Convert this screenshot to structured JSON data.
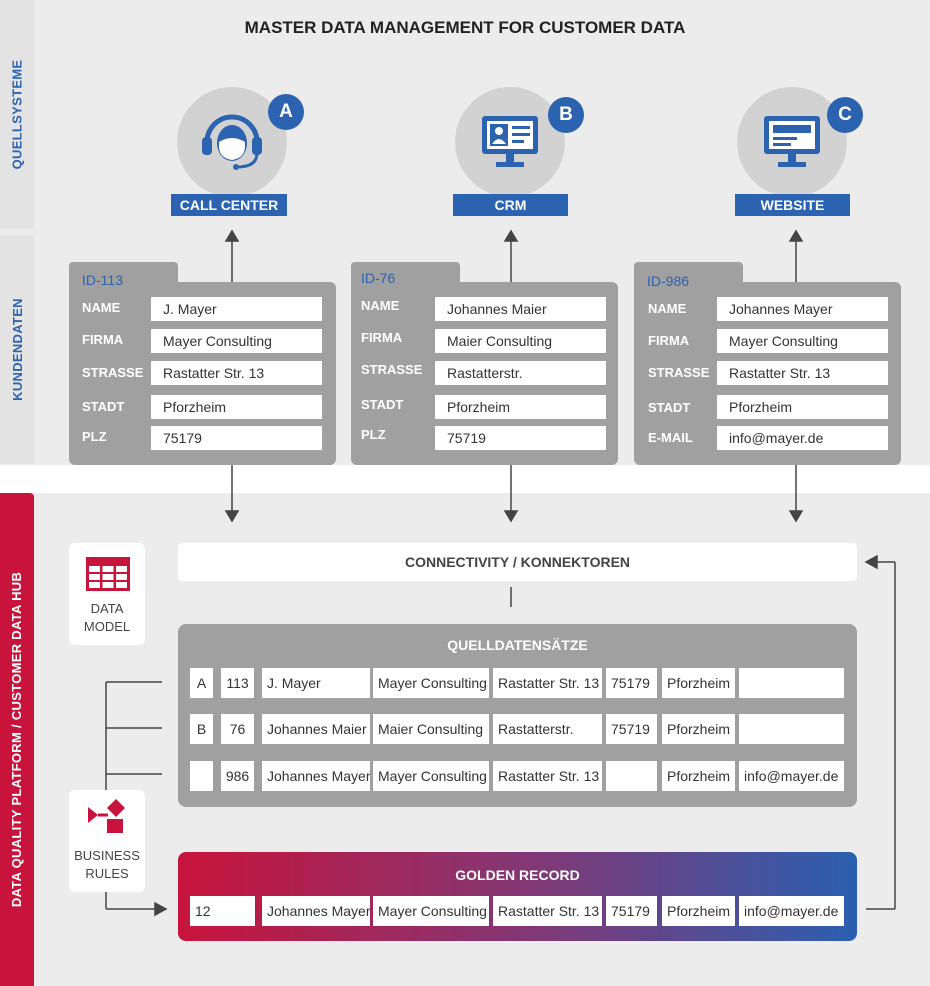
{
  "title": "MASTER DATA MANAGEMENT FOR CUSTOMER DATA",
  "side_labels": {
    "quellsysteme": "QUELLSYSTEME",
    "kundendaten": "KUNDENDATEN",
    "platform": "DATA QUALITY PLATFORM / CUSTOMER DATA HUB"
  },
  "systems": [
    {
      "letter": "A",
      "label": "CALL CENTER",
      "icon": "headset-agent-icon"
    },
    {
      "letter": "B",
      "label": "CRM",
      "icon": "contact-card-monitor-icon"
    },
    {
      "letter": "C",
      "label": "WEBSITE",
      "icon": "web-monitor-icon"
    }
  ],
  "cards": [
    {
      "id": "ID-113",
      "fields": [
        {
          "label": "NAME",
          "value": "J. Mayer"
        },
        {
          "label": "FIRMA",
          "value": "Mayer Consulting"
        },
        {
          "label": "STRASSE",
          "value": "Rastatter Str. 13"
        },
        {
          "label": "STADT",
          "value": "Pforzheim"
        },
        {
          "label": "PLZ",
          "value": "75179"
        }
      ]
    },
    {
      "id": "ID-76",
      "fields": [
        {
          "label": "NAME",
          "value": "Johannes Maier"
        },
        {
          "label": "FIRMA",
          "value": "Maier Consulting"
        },
        {
          "label": "STRASSE",
          "value": "Rastatterstr."
        },
        {
          "label": "STADT",
          "value": "Pforzheim"
        },
        {
          "label": "PLZ",
          "value": "75719"
        }
      ]
    },
    {
      "id": "ID-986",
      "fields": [
        {
          "label": "NAME",
          "value": "Johannes Mayer"
        },
        {
          "label": "FIRMA",
          "value": "Mayer Consulting"
        },
        {
          "label": "STRASSE",
          "value": "Rastatter Str. 13"
        },
        {
          "label": "STADT",
          "value": "Pforzheim"
        },
        {
          "label": "E-MAIL",
          "value": "info@mayer.de"
        }
      ]
    }
  ],
  "hub": {
    "connectivity": "CONNECTIVITY / KONNEKTOREN",
    "data_model": {
      "line1": "DATA",
      "line2": "MODEL",
      "icon": "table-grid-icon"
    },
    "business_rules": {
      "line1": "BUSINESS",
      "line2": "RULES",
      "icon": "flow-rules-icon"
    },
    "source_title": "QUELLDATENSÄTZE",
    "source_rows": [
      [
        "A",
        "113",
        "J. Mayer",
        "Mayer Consulting",
        "Rastatter Str. 13",
        "75179",
        "Pforzheim",
        ""
      ],
      [
        "B",
        "76",
        "Johannes Maier",
        "Maier Consulting",
        "Rastatterstr.",
        "75719",
        "Pforzheim",
        ""
      ],
      [
        "",
        "986",
        "Johannes Mayer",
        "Mayer Consulting",
        "Rastatter Str. 13",
        "",
        "Pforzheim",
        "info@mayer.de"
      ]
    ],
    "golden_title": "GOLDEN RECORD",
    "golden_row": [
      "12",
      "Johannes Mayer",
      "Mayer Consulting",
      "Rastatter Str. 13",
      "75179",
      "Pforzheim",
      "info@mayer.de"
    ]
  },
  "colors": {
    "blue": "#2b63b0",
    "red": "#c8143c",
    "gray": "#a0a0a0",
    "background": "#ececec"
  }
}
